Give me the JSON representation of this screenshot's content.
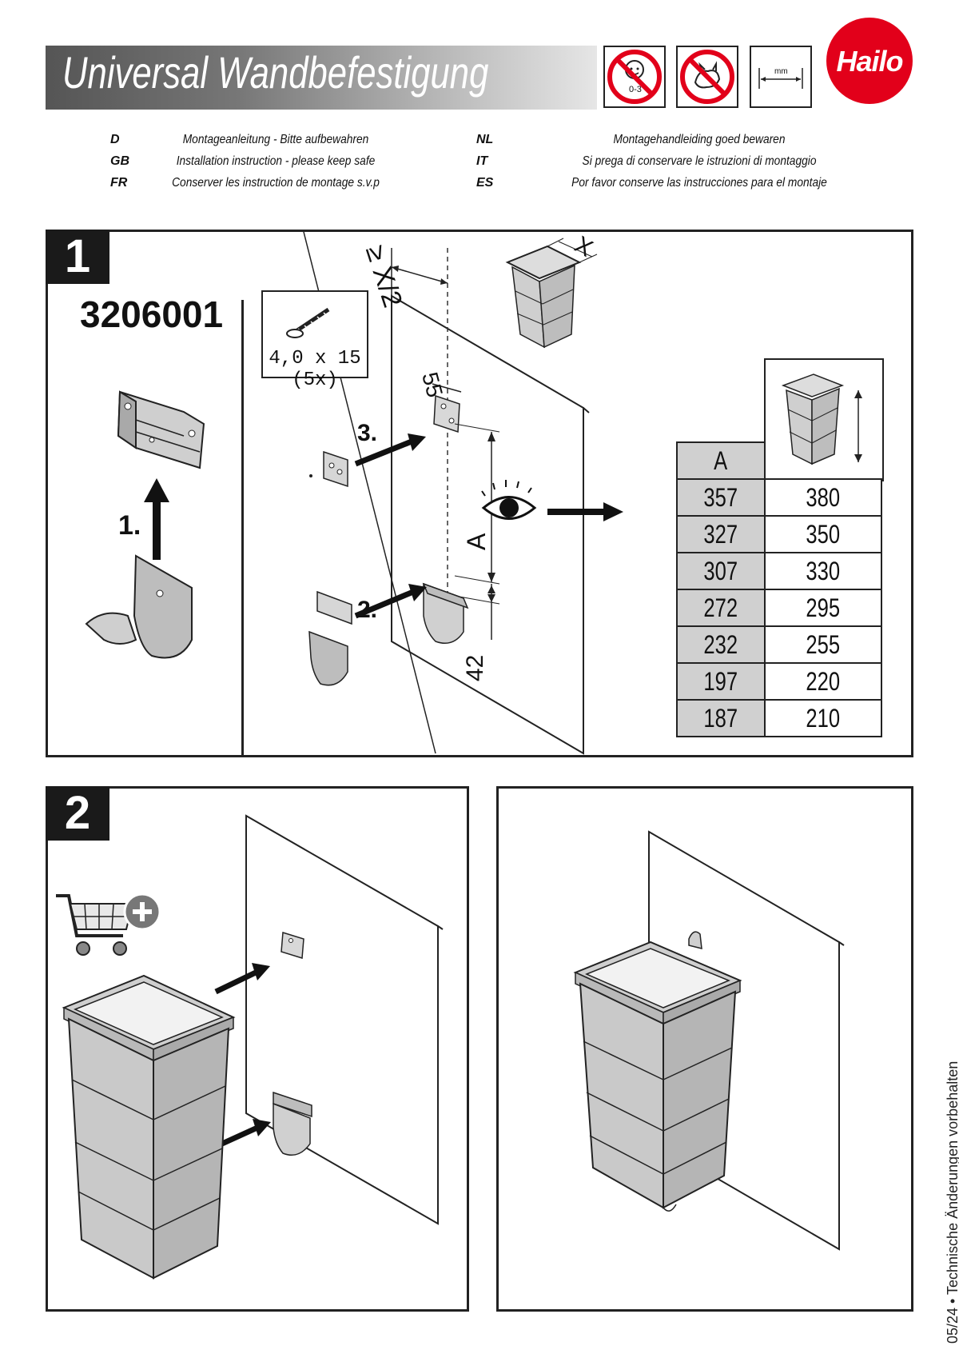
{
  "header": {
    "title": "Universal Wandbefestigung",
    "brand": "Hailo",
    "icons": [
      {
        "name": "no-children-icon",
        "label": "0-3"
      },
      {
        "name": "no-pets-icon"
      },
      {
        "name": "measurement-mm-icon",
        "label": "mm"
      },
      {
        "name": "hailo-logo-icon"
      }
    ]
  },
  "languages": {
    "left": [
      {
        "code": "D",
        "text": "Montageanleitung - Bitte aufbewahren"
      },
      {
        "code": "GB",
        "text": "Installation instruction - please keep safe"
      },
      {
        "code": "FR",
        "text": "Conserver les instruction de montage s.v.p"
      }
    ],
    "right": [
      {
        "code": "NL",
        "text": "Montagehandleiding goed bewaren"
      },
      {
        "code": "IT",
        "text": "Si prega di conservare le istruzioni di montaggio"
      },
      {
        "code": "ES",
        "text": "Por favor conserve las instrucciones para el montaje"
      }
    ]
  },
  "step1": {
    "badge": "1",
    "article_number": "3206001",
    "substep1": "1.",
    "substep2": "2.",
    "substep3": "3.",
    "screw_spec": "4,0 x 15 (5x)",
    "dim_half": "≥ X/2",
    "dim_x": "X",
    "dim_55": "55",
    "dim_a": "A",
    "dim_42": "42",
    "table": {
      "header_a": "A",
      "rows": [
        {
          "a": "357",
          "h": "380"
        },
        {
          "a": "327",
          "h": "350"
        },
        {
          "a": "307",
          "h": "330"
        },
        {
          "a": "272",
          "h": "295"
        },
        {
          "a": "232",
          "h": "255"
        },
        {
          "a": "197",
          "h": "220"
        },
        {
          "a": "187",
          "h": "210"
        }
      ]
    }
  },
  "step2": {
    "badge": "2"
  },
  "footer": {
    "note": "05/24 • Technische Änderungen vorbehalten"
  },
  "colors": {
    "brand_red": "#e2001a",
    "bin_grey": "#c9c9c9",
    "dark": "#1a1a1a"
  }
}
